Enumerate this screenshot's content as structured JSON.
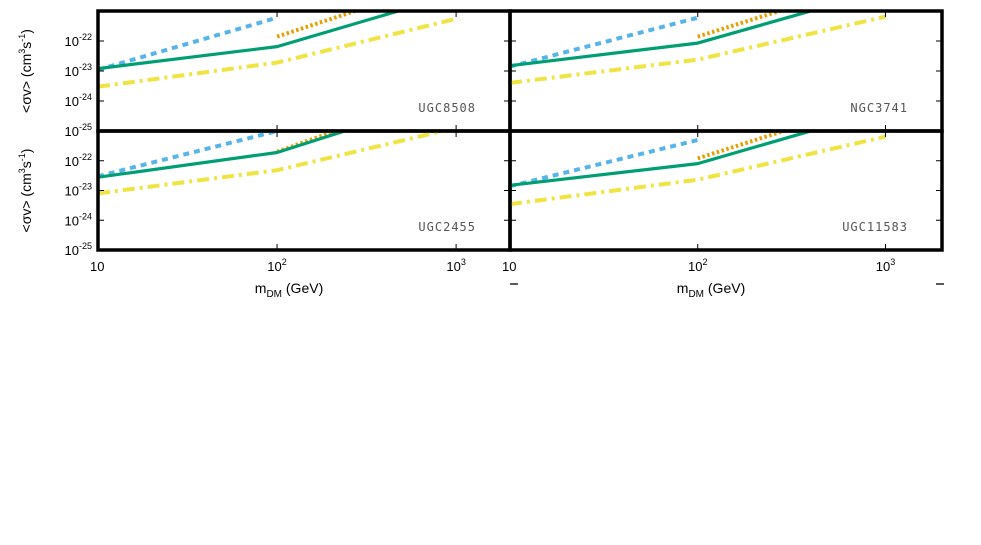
{
  "chart_data": {
    "type": "line",
    "x_scale": "log",
    "y_scale": "log",
    "xlim": [
      10,
      2000
    ],
    "ylim": [
      1e-25,
      1e-21
    ],
    "xlabel": "m",
    "xlabel_sub": "DM",
    "xlabel_unit": " (GeV)",
    "ylabel": "<σv> (cm",
    "ylabel_sup1": "3",
    "ylabel_mid": "s",
    "ylabel_sup2": "-1",
    "ylabel_end": ")",
    "x_ticks": [
      {
        "value": 10,
        "base": "10",
        "exp": ""
      },
      {
        "value": 100,
        "base": "10",
        "exp": "2"
      },
      {
        "value": 1000,
        "base": "10",
        "exp": "3"
      }
    ],
    "y_ticks": [
      {
        "value": 1e-22,
        "base": "10",
        "exp": "-22"
      },
      {
        "value": 1e-23,
        "base": "10",
        "exp": "-23"
      },
      {
        "value": 1e-24,
        "base": "10",
        "exp": "-24"
      },
      {
        "value": 1e-25,
        "base": "10",
        "exp": "-25"
      }
    ],
    "colors": {
      "blue_dashed": "#56b4e9",
      "orange_dotted": "#e69f00",
      "green_solid": "#009e73",
      "yellow_dashdot": "#f0e442"
    },
    "panels": [
      {
        "label": "UGC8508",
        "series": [
          {
            "style": "blue_dashed",
            "points": [
              [
                10,
                1.1e-23
              ],
              [
                100,
                6e-22
              ]
            ]
          },
          {
            "style": "orange_dotted",
            "points": [
              [
                100,
                1.4e-22
              ],
              [
                300,
                1.2e-21
              ]
            ]
          },
          {
            "style": "green_solid",
            "points": [
              [
                10,
                1.2e-23
              ],
              [
                100,
                6.5e-23
              ],
              [
                500,
                1.1e-21
              ]
            ]
          },
          {
            "style": "yellow_dashdot",
            "points": [
              [
                10,
                3e-24
              ],
              [
                100,
                1.9e-23
              ],
              [
                1000,
                5.5e-22
              ]
            ]
          }
        ]
      },
      {
        "label": "NGC3741",
        "series": [
          {
            "style": "blue_dashed",
            "points": [
              [
                10,
                1.4e-23
              ],
              [
                100,
                6e-22
              ]
            ]
          },
          {
            "style": "orange_dotted",
            "points": [
              [
                100,
                1.4e-22
              ],
              [
                300,
                1.2e-21
              ]
            ]
          },
          {
            "style": "green_solid",
            "points": [
              [
                10,
                1.5e-23
              ],
              [
                100,
                8.5e-23
              ],
              [
                420,
                1.1e-21
              ]
            ]
          },
          {
            "style": "yellow_dashdot",
            "points": [
              [
                10,
                4e-24
              ],
              [
                100,
                2.4e-23
              ],
              [
                1000,
                6.5e-22
              ]
            ]
          }
        ]
      },
      {
        "label": "UGC2455",
        "series": [
          {
            "style": "blue_dashed",
            "points": [
              [
                10,
                3e-23
              ],
              [
                100,
                1e-21
              ]
            ]
          },
          {
            "style": "orange_dotted",
            "points": [
              [
                100,
                2e-22
              ],
              [
                220,
                1.1e-21
              ]
            ]
          },
          {
            "style": "green_solid",
            "points": [
              [
                10,
                2.8e-23
              ],
              [
                100,
                1.9e-22
              ],
              [
                250,
                1.1e-21
              ]
            ]
          },
          {
            "style": "yellow_dashdot",
            "points": [
              [
                10,
                8e-24
              ],
              [
                100,
                4.8e-23
              ],
              [
                900,
                1.1e-21
              ]
            ]
          }
        ]
      },
      {
        "label": "UGC11583",
        "series": [
          {
            "style": "blue_dashed",
            "points": [
              [
                10,
                1.4e-23
              ],
              [
                100,
                5e-22
              ]
            ]
          },
          {
            "style": "orange_dotted",
            "points": [
              [
                100,
                1.2e-22
              ],
              [
                300,
                1.1e-21
              ]
            ]
          },
          {
            "style": "green_solid",
            "points": [
              [
                10,
                1.5e-23
              ],
              [
                100,
                8e-23
              ],
              [
                420,
                1.1e-21
              ]
            ]
          },
          {
            "style": "yellow_dashdot",
            "points": [
              [
                10,
                3.5e-24
              ],
              [
                100,
                2.3e-23
              ],
              [
                1000,
                6.5e-22
              ]
            ]
          }
        ]
      }
    ]
  }
}
